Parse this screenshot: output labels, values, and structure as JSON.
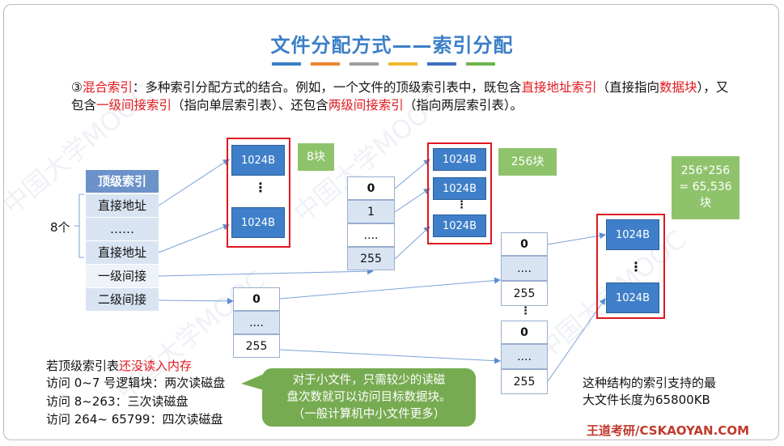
{
  "slide": {
    "title": "文件分配方式——索引分配",
    "accent_colors": [
      "#3b7fc8",
      "#e8862a",
      "#9e9e9e",
      "#f2b82e",
      "#3f6fc2",
      "#6db34a"
    ]
  },
  "intro": {
    "p1": "③",
    "p2": "混合索引",
    "p3": "：多种索引分配方式的结合。例如，一个文件的顶级索引表中，既包含",
    "p4": "直接地址索引",
    "p5": "（直接指向",
    "p6": "数据块",
    "p7": "），又包含",
    "p8": "一级间接索引",
    "p9": "（指向单层索引表）、还包含",
    "p10": "两级间接索引",
    "p11": "（指向两层索引表）。"
  },
  "top_table": {
    "header": "顶级索引",
    "rows": [
      "直接地址",
      "……",
      "直接地址",
      "一级间接",
      "二级间接"
    ],
    "side_label": "8个"
  },
  "blocks": {
    "direct_block_label": "1024B",
    "direct_dots": "⋮",
    "count_8": "8块",
    "count_256": "256块",
    "count_big": "256*256\n= 65,536\n块",
    "single_blocks": [
      "1024B",
      "1024B",
      "1024B"
    ],
    "single_dots": "⋮",
    "double_blocks": [
      "1024B",
      "1024B"
    ],
    "double_dots": "⋮"
  },
  "index_tables": {
    "level1": [
      "0",
      "1",
      "....",
      "255"
    ],
    "level2_root": [
      "0",
      "....",
      "255"
    ],
    "level2_a": [
      "0",
      "....",
      "255"
    ],
    "level2_between": "⋮",
    "level2_b": [
      "0",
      "....",
      "255"
    ]
  },
  "notes": {
    "l1a": "若顶级索引表",
    "l1b": "还没读入内存",
    "l2": "访问 0~7 号逻辑块：两次读磁盘",
    "l3": "访问 8~263：三次读磁盘",
    "l4": "访问 264~ 65799：四次读磁盘",
    "bubble1": "对于小文件，只需较少的读磁",
    "bubble2": "盘次数就可以访问目标数据块。",
    "bubble3": "（一般计算机中小文件更多）",
    "max1": "这种结构的索引支持的最",
    "max2": "大文件长度为65800KB"
  },
  "footer": "王道考研/CSKAOYAN.COM",
  "watermarks": [
    "中国大学MOOC",
    "中国大学MOOC",
    "中国大学MOOC",
    "中国大学MOOC"
  ]
}
